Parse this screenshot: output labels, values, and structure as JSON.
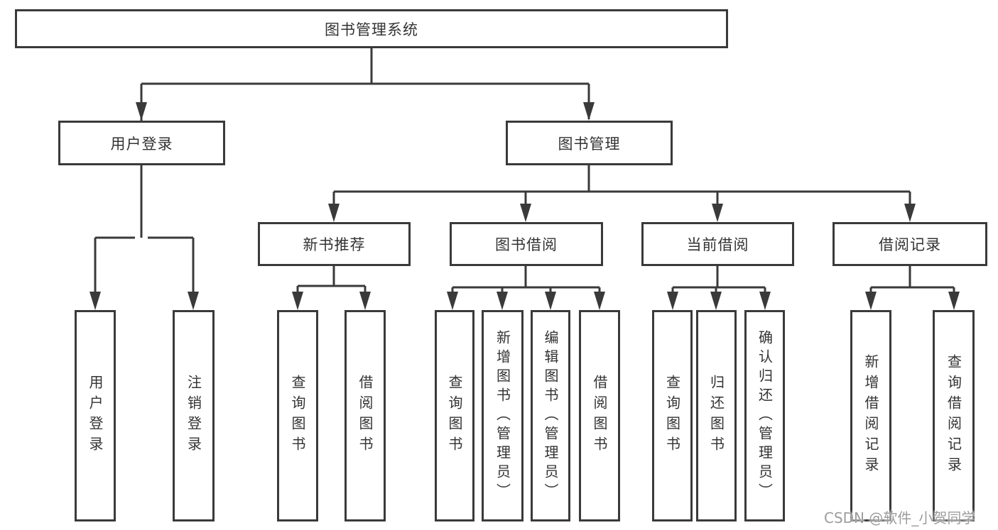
{
  "diagram": {
    "root": {
      "label": "图书管理系统"
    },
    "level2": {
      "user_login": {
        "label": "用户登录"
      },
      "book_management": {
        "label": "图书管理"
      }
    },
    "level3": {
      "new_book_recommend": {
        "label": "新书推荐"
      },
      "book_borrow": {
        "label": "图书借阅"
      },
      "current_borrow": {
        "label": "当前借阅"
      },
      "borrow_records": {
        "label": "借阅记录"
      }
    },
    "leaves": {
      "login": {
        "label": "用户登录"
      },
      "logout": {
        "label": "注销登录"
      },
      "nb_query_books": {
        "label": "查询图书"
      },
      "nb_borrow_books": {
        "label": "借阅图书"
      },
      "bb_query_books": {
        "label": "查询图书"
      },
      "bb_add_books": {
        "label": "新增图书（管理员）"
      },
      "bb_edit_books": {
        "label": "编辑图书（管理员）"
      },
      "bb_borrow_books": {
        "label": "借阅图书"
      },
      "cb_query_books": {
        "label": "查询图书"
      },
      "cb_return_books": {
        "label": "归还图书"
      },
      "cb_confirm_return": {
        "label": "确认归还（管理员）"
      },
      "br_add_record": {
        "label": "新增借阅记录"
      },
      "br_query_record": {
        "label": "查询借阅记录"
      }
    },
    "watermark": {
      "text": "CSDN @软件_小贺同学"
    },
    "colors": {
      "line": "#3a3a3a",
      "ink": "#333333",
      "bg": "#ffffff",
      "wm": "#9c9c9c"
    }
  }
}
